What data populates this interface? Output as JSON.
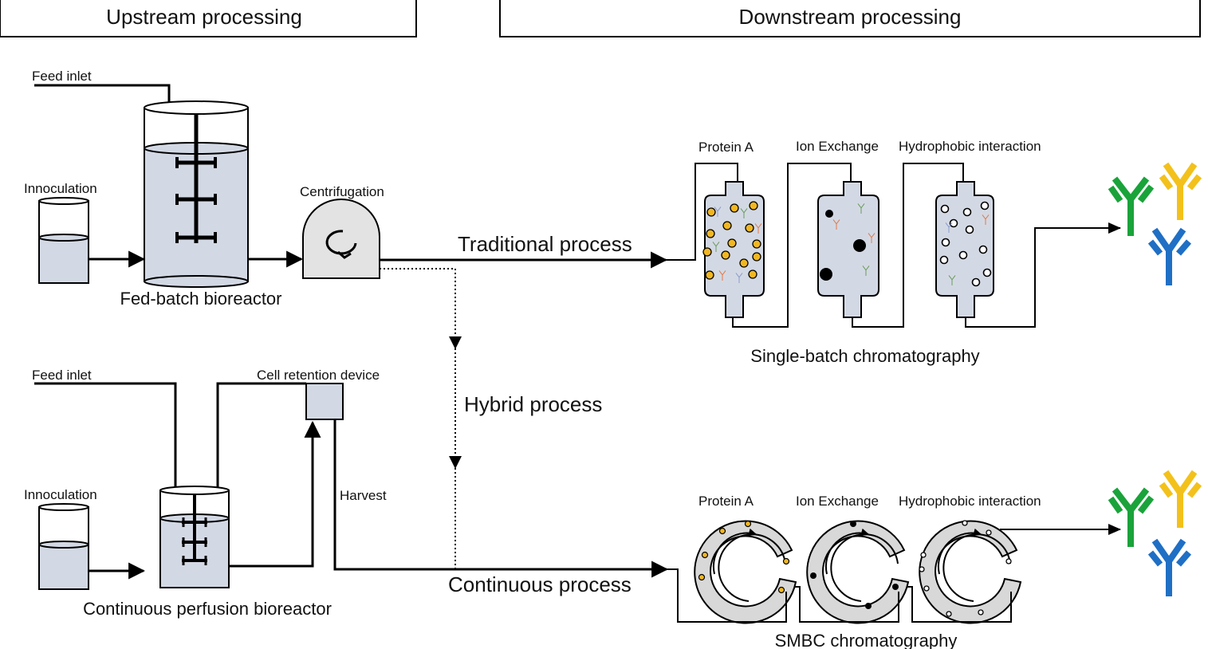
{
  "headers": {
    "upstream": "Upstream processing",
    "downstream": "Downstream processing"
  },
  "top": {
    "feed_inlet": "Feed inlet",
    "inoculation": "Innoculation",
    "bioreactor": "Fed-batch bioreactor",
    "centrifugation": "Centrifugation",
    "process": "Traditional process",
    "col1": "Protein A",
    "col2": "Ion Exchange",
    "col3": "Hydrophobic interaction",
    "chromatography": "Single-batch chromatography"
  },
  "middle": {
    "hybrid": "Hybrid process"
  },
  "bottom": {
    "feed_inlet": "Feed inlet",
    "cell_retention": "Cell retention device",
    "inoculation": "Innoculation",
    "harvest": "Harvest",
    "bioreactor": "Continuous perfusion bioreactor",
    "process": "Continuous process",
    "col1": "Protein A",
    "col2": "Ion Exchange",
    "col3": "Hydrophobic interaction",
    "chromatography": "SMBC chromatography"
  },
  "colors": {
    "liquid": "#d3d9e4",
    "antibody_green": "#1aa33a",
    "antibody_yellow": "#f3c11b",
    "antibody_blue": "#1f6fc5",
    "bead": "#f1b722"
  }
}
